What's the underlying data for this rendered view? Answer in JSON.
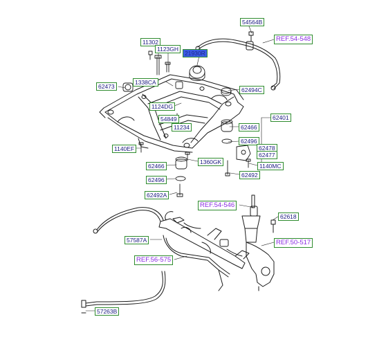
{
  "labels": {
    "p54564B": "54564B",
    "ref54548": "REF.54-548",
    "p11302": "11302",
    "p1123GH": "1123GH",
    "p21930R": "21930R",
    "p62473": "62473",
    "p1338CA": "1338CA",
    "p62494C": "62494C",
    "p1124DG": "1124DG",
    "p62401": "62401",
    "p54849": "54849",
    "p11234": "11234",
    "p62466a": "62466",
    "p62496a": "62496",
    "p62478": "62478",
    "p62477": "62477",
    "p1140EF": "1140EF",
    "p1360GK": "1360GK",
    "p1140MC": "1140MC",
    "p62466b": "62466",
    "p62492a": "62492",
    "p62496b": "62496",
    "p62492A": "62492A",
    "ref54546": "REF.54-546",
    "p62618": "62618",
    "p57587A": "57587A",
    "ref50517": "REF.50-517",
    "ref56575": "REF.56-575",
    "p57263B": "57263B"
  },
  "colors": {
    "line": "#1a1a1a",
    "label_border": "#2e8b2e",
    "label_text": "#1a1a80",
    "ref_text": "#8a2be2",
    "highlight_fill": "#3c5be6"
  }
}
